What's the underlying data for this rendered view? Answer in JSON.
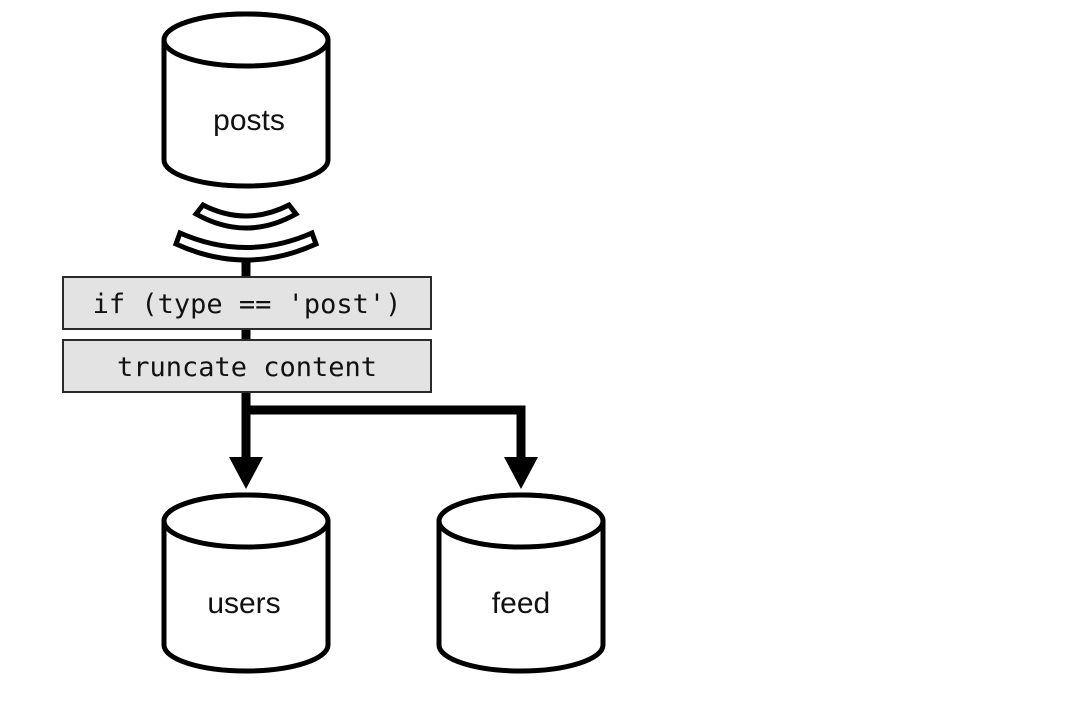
{
  "diagram": {
    "source_db": {
      "label": "posts"
    },
    "stream_icon": "stream-signal-icon",
    "steps": [
      {
        "label": "if (type == 'post')"
      },
      {
        "label": "truncate content"
      }
    ],
    "targets": [
      {
        "label": "users"
      },
      {
        "label": "feed"
      }
    ]
  }
}
